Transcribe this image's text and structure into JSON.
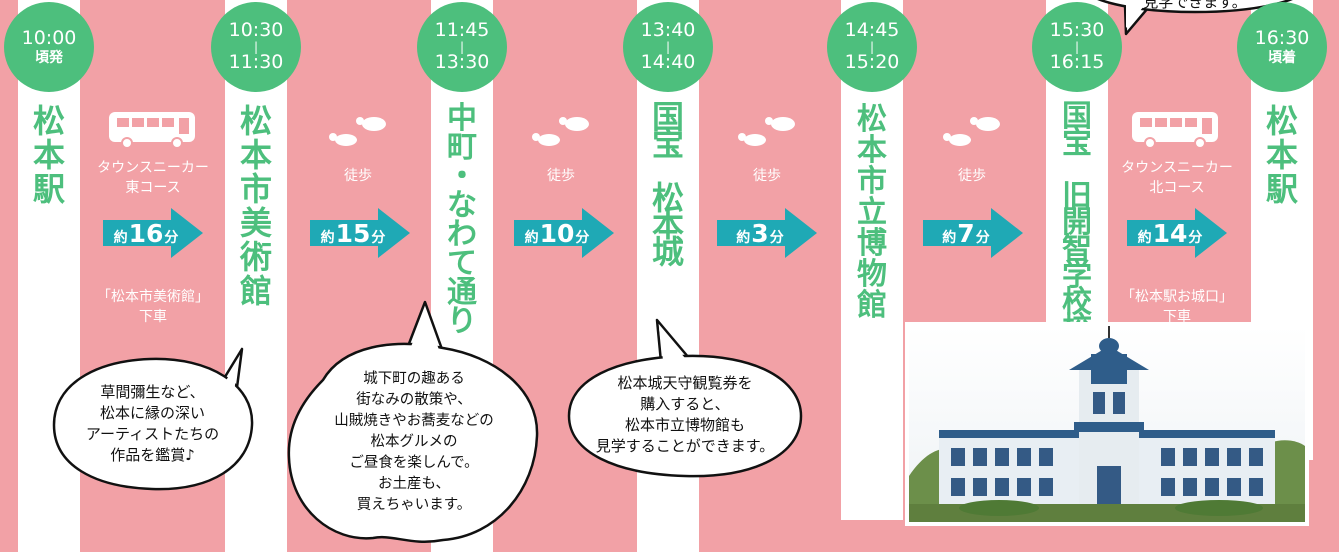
{
  "stops": [
    {
      "time": "10:00",
      "time2": "",
      "sub": "頃発",
      "name": "松\n本\n駅"
    },
    {
      "time": "10:30",
      "time2": "11:30",
      "sub": "",
      "name": "松\n本\n市\n美\n術\n館"
    },
    {
      "time": "11:45",
      "time2": "13:30",
      "sub": "",
      "name": "中\n町\n・\nな\nわ\nて\n通\nり"
    },
    {
      "time": "13:40",
      "time2": "14:40",
      "sub": "",
      "name": "国\n宝\n \n松\n本\n城"
    },
    {
      "time": "14:45",
      "time2": "15:20",
      "sub": "",
      "name": "松\n本\n市\n立\n博\n物\n館"
    },
    {
      "time": "15:30",
      "time2": "16:15",
      "sub": "",
      "name": "国\n宝\n \n旧\n開\n智\n学\n校\n校\n舎"
    },
    {
      "time": "16:30",
      "time2": "",
      "sub": "頃着",
      "name": "松\n本\n駅"
    }
  ],
  "separator": "|",
  "segments": [
    {
      "mode": "bus-icon",
      "label": "タウンスニーカー\n東コース",
      "prefix": "約",
      "minutes": "16",
      "unit": "分",
      "note": "「松本市美術館」\n下車"
    },
    {
      "mode": "footsteps-icon",
      "label": "徒歩",
      "prefix": "約",
      "minutes": "15",
      "unit": "分",
      "note": ""
    },
    {
      "mode": "footsteps-icon",
      "label": "徒歩",
      "prefix": "約",
      "minutes": "10",
      "unit": "分",
      "note": ""
    },
    {
      "mode": "footsteps-icon",
      "label": "徒歩",
      "prefix": "約",
      "minutes": "3",
      "unit": "分",
      "note": ""
    },
    {
      "mode": "footsteps-icon",
      "label": "徒歩",
      "prefix": "約",
      "minutes": "7",
      "unit": "分",
      "note": ""
    },
    {
      "mode": "bus-icon",
      "label": "タウンスニーカー\n北コース",
      "prefix": "約",
      "minutes": "14",
      "unit": "分",
      "note": "「松本駅お城口」\n下車"
    }
  ],
  "bubbles": {
    "museum": "草間彌生など、\n松本に縁の深い\nアーティストたちの\n作品を鑑賞♪",
    "nakamachi": "城下町の趣ある\n街なみの散策や、\n山賊焼きやお蕎麦などの\n松本グルメの\nご昼食を楽しんで。\nお土産も、\n買えちゃいます。",
    "castle": "松本城天守観覧券を\n購入すると、\n松本市立博物館も\n見学することができます。",
    "top_partial": "見学できます。"
  },
  "colors": {
    "background": "#F2A1A6",
    "accent": "#4DBF7D",
    "arrow": "#1FA9B5",
    "column": "#FFFFFF"
  }
}
